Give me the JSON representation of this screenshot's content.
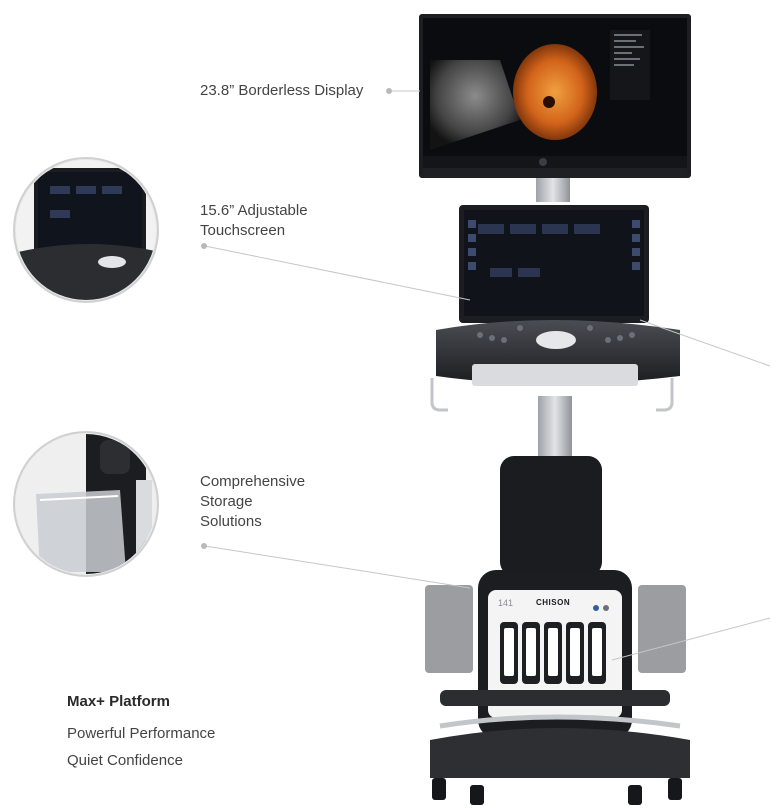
{
  "callouts": {
    "display": "23.8” Borderless Display",
    "touchscreen_line1": "15.6” Adjustable",
    "touchscreen_line2": "Touchscreen",
    "storage_line1": "Comprehensive",
    "storage_line2": "Storage",
    "storage_line3": "Solutions"
  },
  "platform": {
    "title": "Max+ Platform",
    "line1": "Powerful Performance",
    "line2": "Quiet Confidence"
  },
  "device": {
    "brand": "CHISON",
    "model": "141"
  },
  "colors": {
    "body_dark": "#2b2d31",
    "body_black": "#1a1b1e",
    "metal_light": "#c9ccd0",
    "screen_bg": "#0f1013",
    "ultrasound_orange": "#d96a1a",
    "accent_blue": "#2f5f9e"
  }
}
